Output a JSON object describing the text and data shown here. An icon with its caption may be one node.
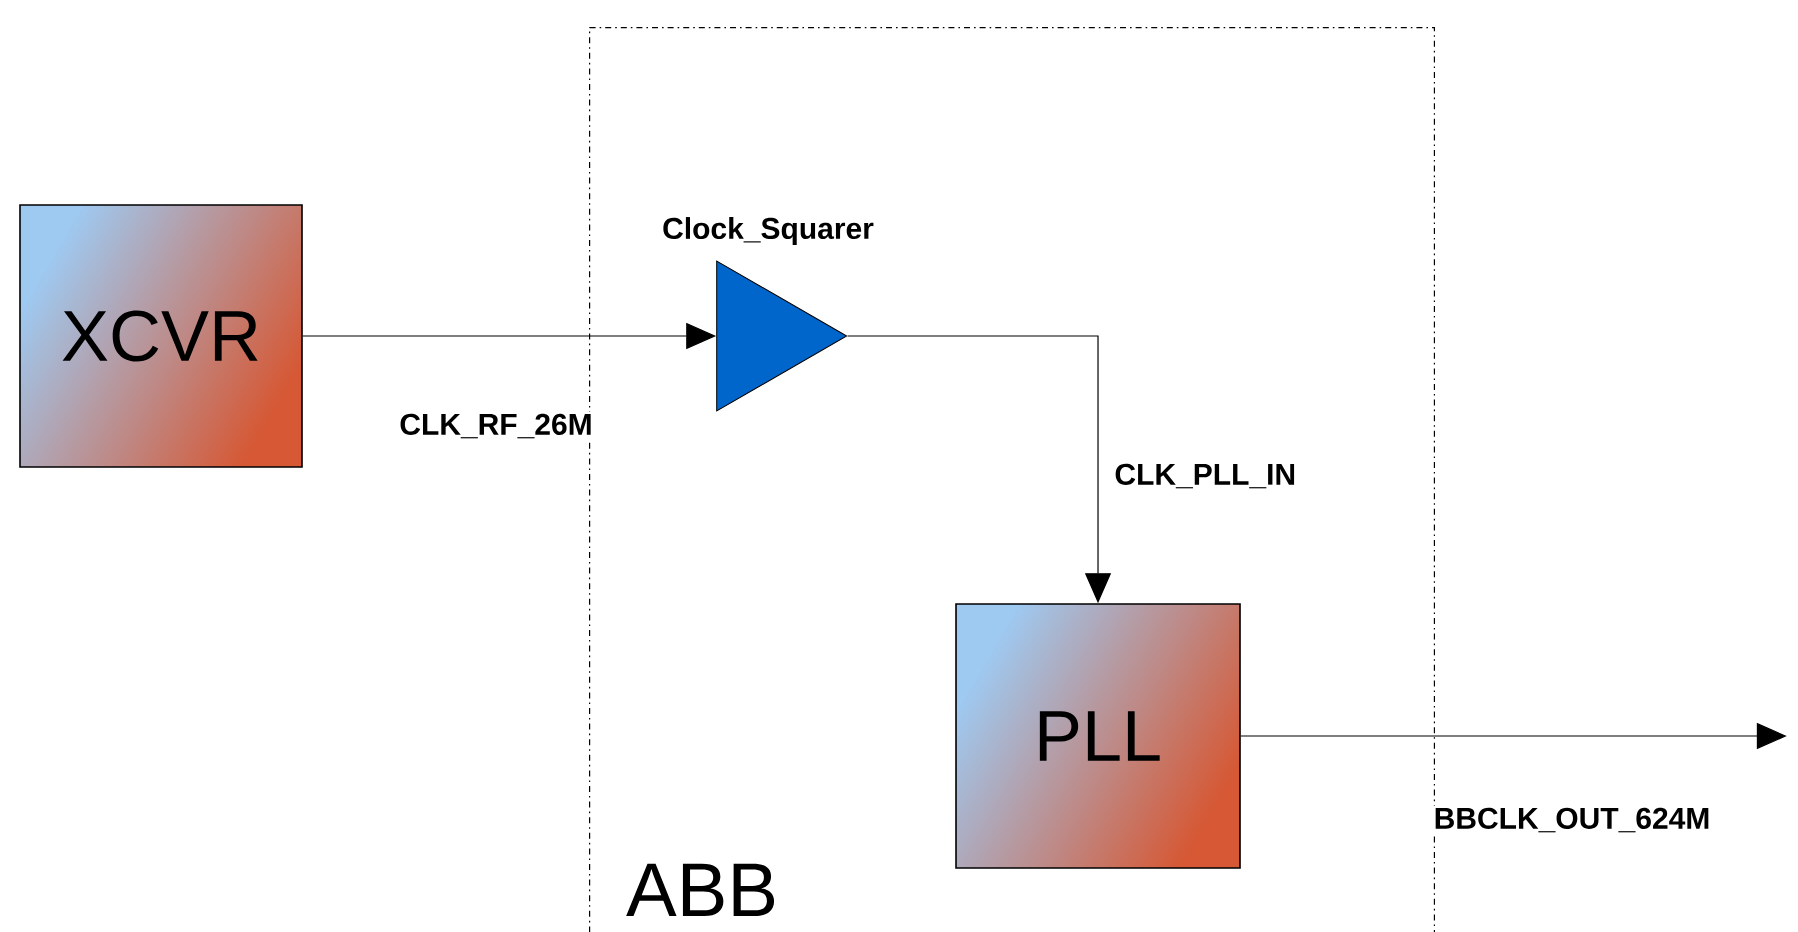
{
  "diagram": {
    "nodes": [
      {
        "text": [
          "ABB"
        ]
      },
      {
        "text": [
          "XCVR"
        ]
      },
      {
        "text": [
          "Clock_Squarer"
        ],
        "in": 0
      },
      {
        "text": [
          "PLL"
        ],
        "in": 0
      }
    ],
    "edges": [
      {
        "from": 1,
        "to": 2,
        "arrow": "to",
        "label": "CLK_RF_26M"
      },
      {
        "from": 2,
        "to": 3,
        "arrow": "to",
        "label": "CLK_PLL_IN"
      },
      {
        "from": 3,
        "to": null,
        "arrow": "to",
        "label": "BBCLK_OUT_624M"
      }
    ]
  }
}
